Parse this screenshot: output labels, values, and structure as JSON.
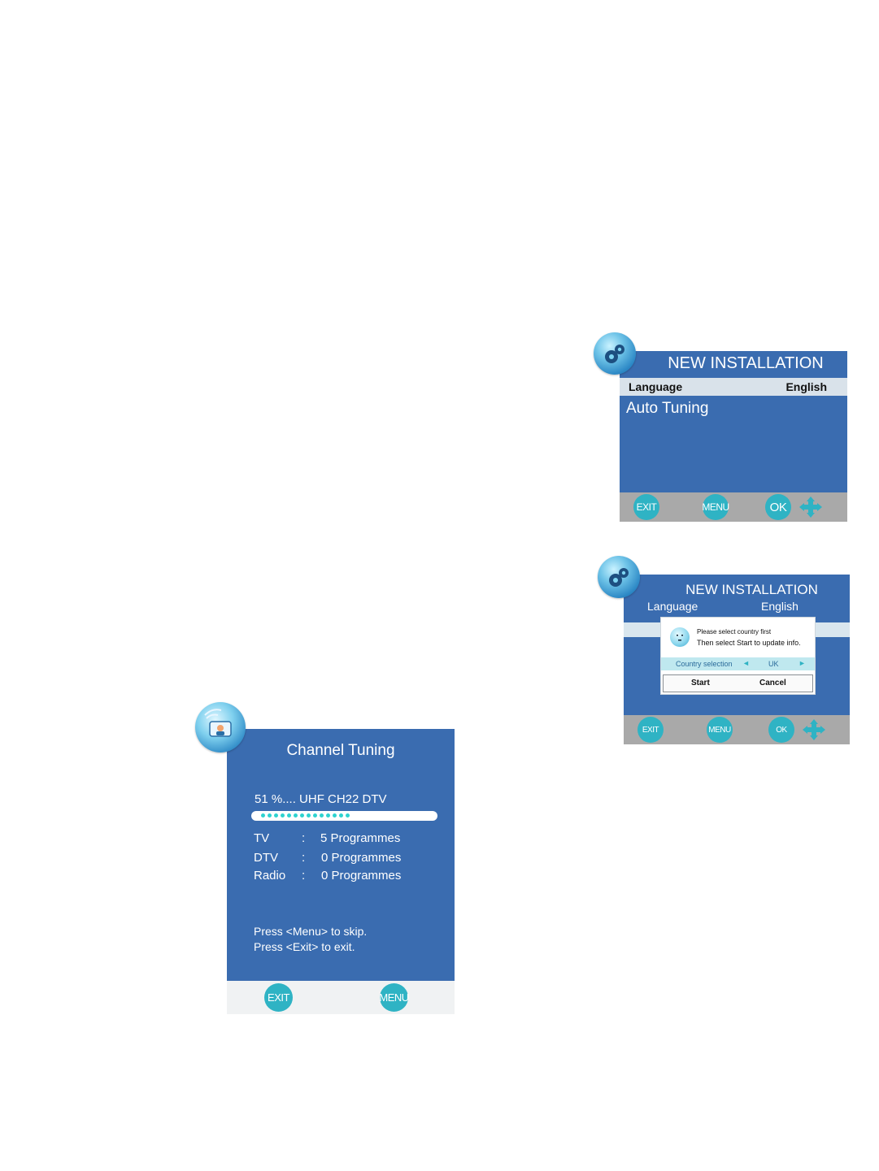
{
  "screen1": {
    "title": "NEW INSTALLATION",
    "language_label": "Language",
    "language_value": "English",
    "auto_tuning": "Auto Tuning",
    "btn_exit": "EXIT",
    "btn_menu": "MENU",
    "btn_ok": "OK"
  },
  "screen2": {
    "title": "NEW INSTALLATION",
    "language_label": "Language",
    "language_value": "English",
    "dialog_line1": "Please select country first",
    "dialog_line2": "Then select Start to update info.",
    "country_label": "Country selection",
    "country_value": "UK",
    "start_label": "Start",
    "cancel_label": "Cancel",
    "btn_exit": "EXIT",
    "btn_menu": "MENU",
    "btn_ok": "OK"
  },
  "screen3": {
    "title": "Channel Tuning",
    "progress_text": "51 %.... UHF CH22 DTV",
    "progress_percent": 51,
    "rows": [
      {
        "label": "TV",
        "sep": ":",
        "value": "5 Programmes"
      },
      {
        "label": "DTV",
        "sep": ":",
        "value": "0 Programmes"
      },
      {
        "label": "Radio",
        "sep": ":",
        "value": "0 Programmes"
      }
    ],
    "hint1": "Press <Menu> to skip.",
    "hint2": "Press <Exit> to exit.",
    "btn_exit": "EXIT",
    "btn_menu": "MENU"
  },
  "colors": {
    "panel_blue": "#3a6cb0",
    "button_teal": "#2fb3c4",
    "footer_gray": "#a9a9a9"
  }
}
